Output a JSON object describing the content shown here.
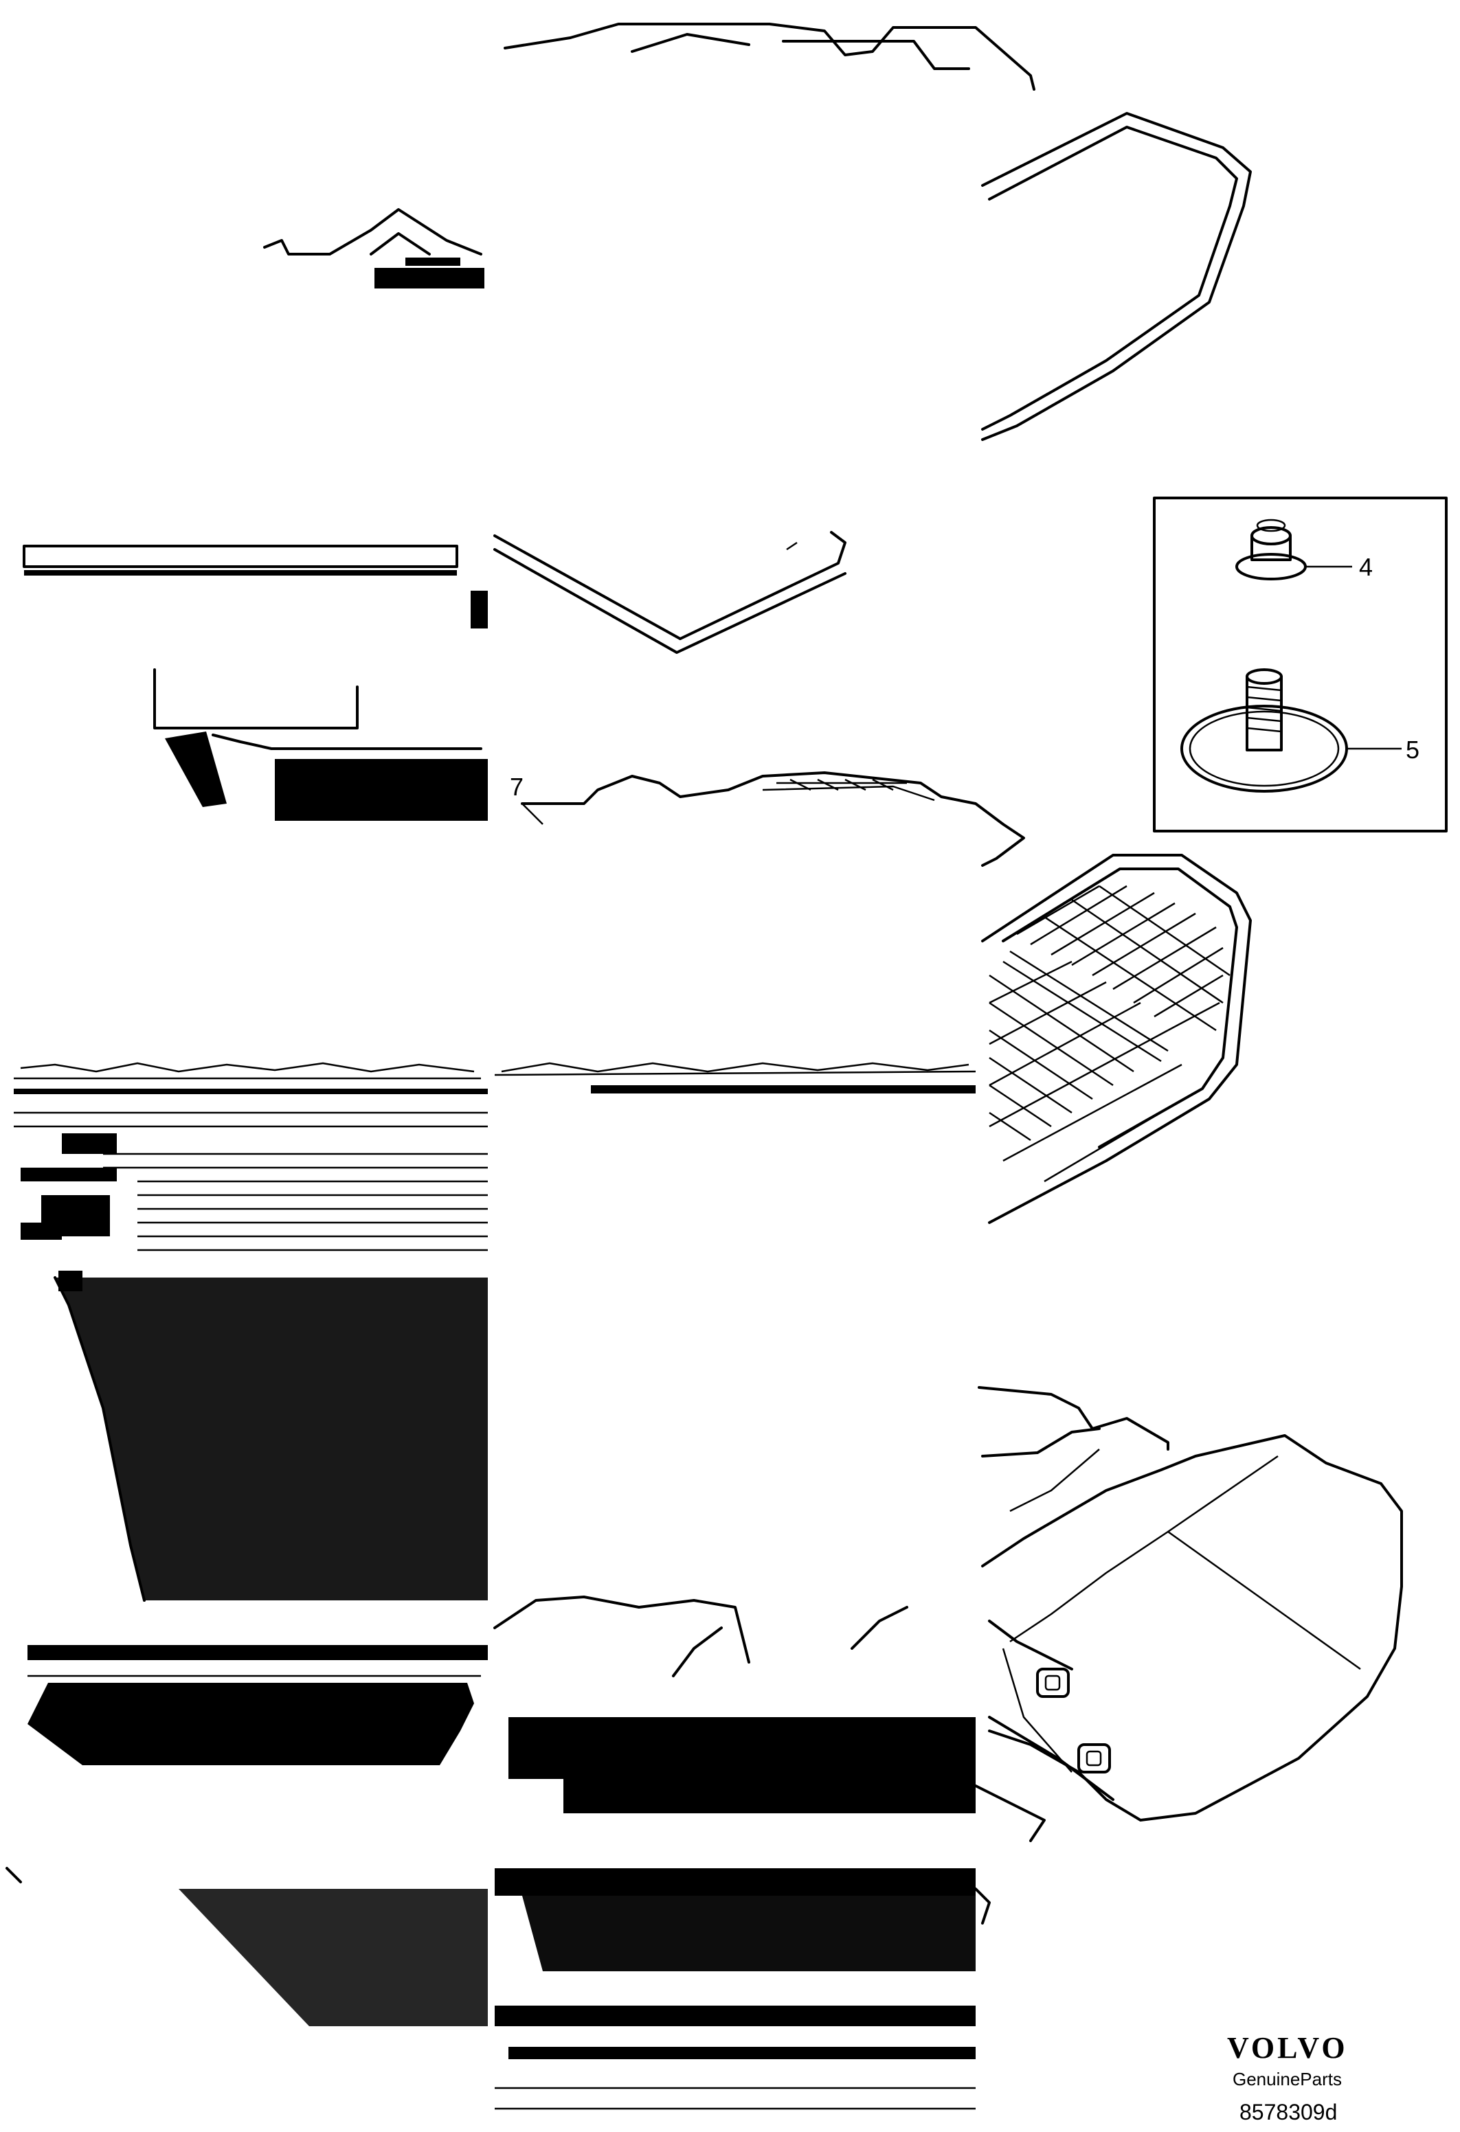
{
  "callouts": {
    "item_4": "4",
    "item_5": "5",
    "item_7": "7"
  },
  "branding": {
    "logo_text": "VOLVO",
    "sub_text": "GenuineParts",
    "part_number": "8578309d"
  },
  "colors": {
    "line": "#000000",
    "background": "#ffffff"
  }
}
